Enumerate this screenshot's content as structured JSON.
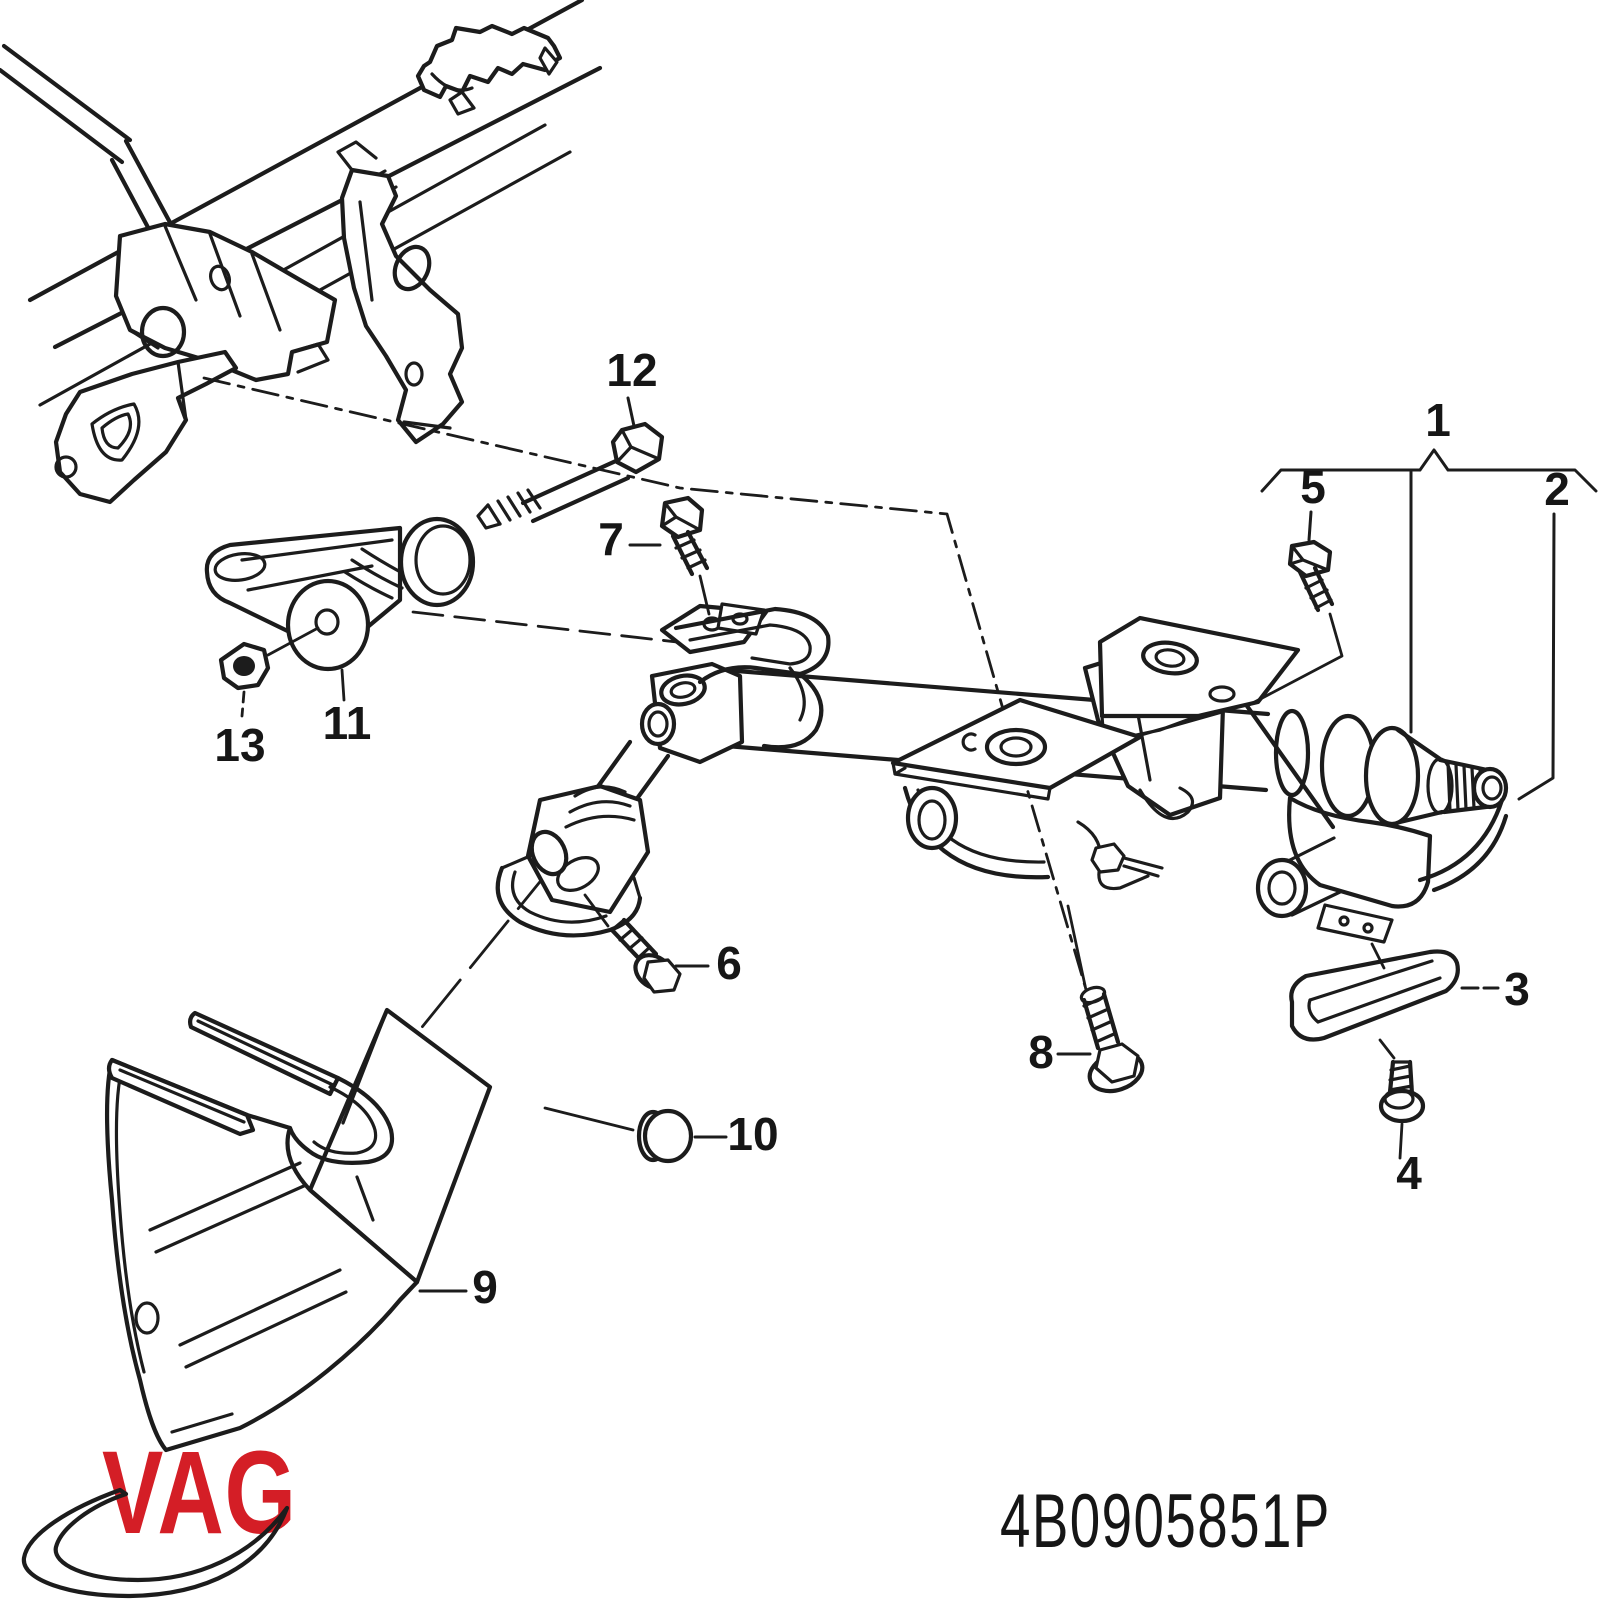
{
  "footer": {
    "brand": "VAG",
    "brand_color": "#d41e26",
    "swoosh_icon": "red-ellipse-swoosh",
    "part_number": "4B0905851P"
  },
  "diagram": {
    "type": "exploded-parts-drawing",
    "subject": "steering column assembly with mounting brackets",
    "line_color": "#1c1c1c"
  },
  "callouts": [
    {
      "label": "1"
    },
    {
      "label": "2"
    },
    {
      "label": "3"
    },
    {
      "label": "4"
    },
    {
      "label": "5"
    },
    {
      "label": "6"
    },
    {
      "label": "7"
    },
    {
      "label": "8"
    },
    {
      "label": "9"
    },
    {
      "label": "10"
    },
    {
      "label": "11"
    },
    {
      "label": "12"
    },
    {
      "label": "13"
    }
  ]
}
